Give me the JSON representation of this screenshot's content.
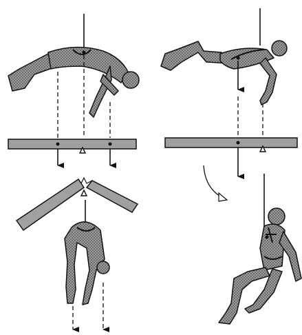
{
  "figure": {
    "panels": [
      {
        "id": "top-left",
        "subject": "climber-horizontal-harness-at-center-of-mass"
      },
      {
        "id": "top-right",
        "subject": "climber-seat-harness-below-center-of-mass"
      },
      {
        "id": "bottom-left",
        "subject": "climber-folded-backwards-beam-broken"
      },
      {
        "id": "bottom-right",
        "subject": "climber-upright-in-harness"
      }
    ],
    "symbols": {
      "fulcrum": "triangle",
      "force": "arrow-down",
      "rotation": "curved-arrow"
    },
    "colors": {
      "ink": "#111111",
      "figure_fill": "#8c8c8c",
      "beam_fill": "#a8a8a8",
      "background": "#ffffff"
    }
  }
}
